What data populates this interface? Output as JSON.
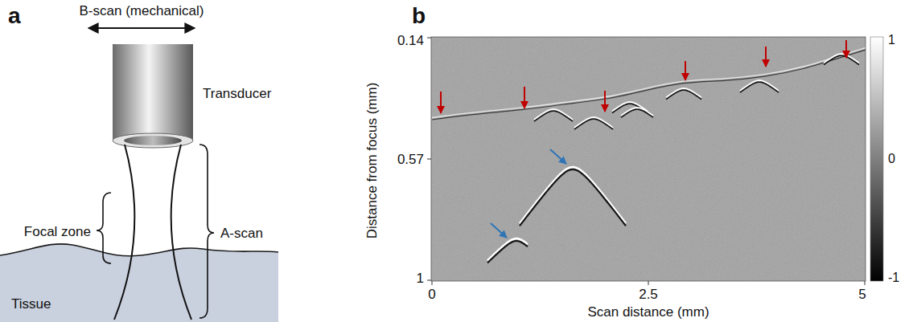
{
  "diagram": {
    "labels": [
      "a",
      "B-scan (mechanical)",
      "Transducer",
      "Focal zone",
      "A-scan",
      "Tissue",
      "b",
      "0.14",
      "0.57",
      "1",
      "Distance from focus (mm)",
      "0",
      "2.5",
      "5",
      "Scan distance (mm)",
      "1",
      "0",
      "-1"
    ]
  }
}
